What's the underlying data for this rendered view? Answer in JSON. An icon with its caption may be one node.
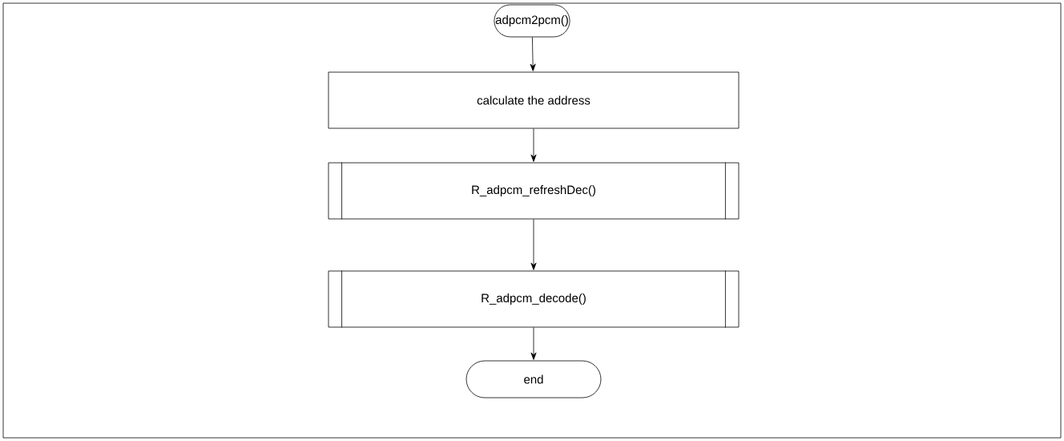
{
  "diagram": {
    "nodes": [
      {
        "text": [
          "adpcm2pcm()"
        ]
      },
      {
        "text": [
          "calculate the address"
        ]
      },
      {
        "text": [
          "R_adpcm_refreshDec()"
        ]
      },
      {
        "text": [
          "R_adpcm_decode()"
        ]
      },
      {
        "text": [
          "end"
        ]
      }
    ],
    "edges": [
      {
        "from": 0,
        "to": 1,
        "arrow": "to"
      },
      {
        "from": 1,
        "to": 2,
        "arrow": "to"
      },
      {
        "from": 2,
        "to": 3,
        "arrow": "to"
      },
      {
        "from": 3,
        "to": 4,
        "arrow": "to"
      }
    ]
  }
}
